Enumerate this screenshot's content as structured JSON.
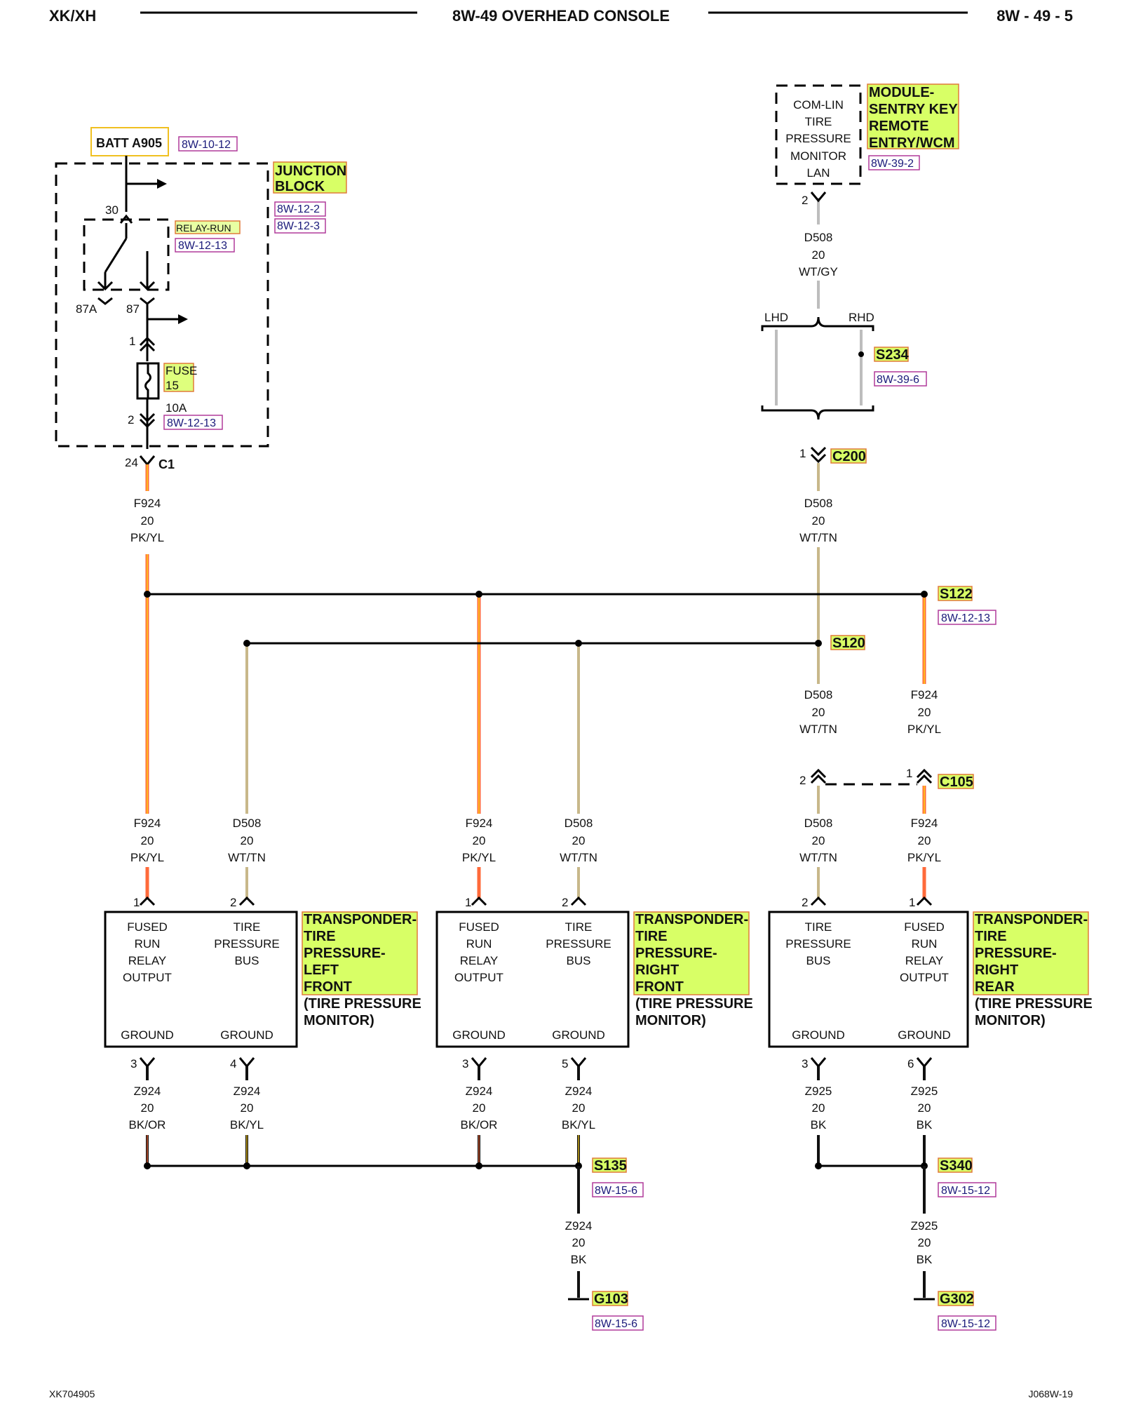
{
  "header": {
    "model": "XK/XH",
    "title": "8W-49 OVERHEAD CONSOLE",
    "page": "8W - 49 - 5"
  },
  "footer": {
    "left": "XK704905",
    "right": "J068W-19"
  },
  "batt": {
    "label": "BATT A905",
    "ref": "8W-10-12"
  },
  "junction_block": {
    "label_1": "JUNCTION",
    "label_2": "BLOCK",
    "ref_1": "8W-12-2",
    "ref_2": "8W-12-3",
    "relay_label": "RELAY-RUN",
    "relay_ref": "8W-12-13",
    "pin_30": "30",
    "pin_87a": "87A",
    "pin_87": "87",
    "fuse_pin_in": "1",
    "fuse_label": "FUSE",
    "fuse_number": "15",
    "fuse_pin_out": "2",
    "fuse_rating": "10A",
    "fuse_ref": "8W-12-13",
    "c1_pin": "24",
    "c1_label": "C1"
  },
  "module": {
    "lines": [
      "COM-LIN",
      "TIRE",
      "PRESSURE",
      "MONITOR",
      "LAN"
    ],
    "name_lines": [
      "MODULE-",
      "SENTRY KEY",
      "REMOTE",
      "ENTRY/WCM"
    ],
    "ref": "8W-39-2",
    "pin": "2"
  },
  "wires": {
    "d508_wtgy": {
      "circuit": "D508",
      "gauge": "20",
      "color": "WT/GY"
    },
    "d508_wttn": {
      "circuit": "D508",
      "gauge": "20",
      "color": "WT/TN"
    },
    "f924": {
      "circuit": "F924",
      "gauge": "20",
      "color": "PK/YL"
    },
    "z924_bkor": {
      "circuit": "Z924",
      "gauge": "20",
      "color": "BK/OR"
    },
    "z924_bkyl": {
      "circuit": "Z924",
      "gauge": "20",
      "color": "BK/YL"
    },
    "z924_bk": {
      "circuit": "Z924",
      "gauge": "20",
      "color": "BK"
    },
    "z925_bk": {
      "circuit": "Z925",
      "gauge": "20",
      "color": "BK"
    }
  },
  "variant": {
    "lhd": "LHD",
    "rhd": "RHD"
  },
  "splices": {
    "s234": {
      "label": "S234",
      "ref": "8W-39-6"
    },
    "s122": {
      "label": "S122",
      "ref": "8W-12-13"
    },
    "s120": {
      "label": "S120"
    },
    "s135": {
      "label": "S135",
      "ref": "8W-15-6"
    },
    "s340": {
      "label": "S340",
      "ref": "8W-15-12"
    }
  },
  "connectors": {
    "c200": {
      "label": "C200",
      "pin": "1"
    },
    "c105": {
      "label": "C105",
      "pin_left": "2",
      "pin_right": "1"
    }
  },
  "grounds": {
    "g103": {
      "label": "G103",
      "ref": "8W-15-6"
    },
    "g302": {
      "label": "G302",
      "ref": "8W-15-12"
    }
  },
  "transponders": {
    "lf": {
      "name_lines": [
        "TRANSPONDER-",
        "TIRE",
        "PRESSURE-",
        "LEFT",
        "FRONT"
      ],
      "sub_lines": [
        "(TIRE PRESSURE",
        "MONITOR)"
      ],
      "left_lines": [
        "FUSED",
        "RUN",
        "RELAY",
        "OUTPUT"
      ],
      "right_lines": [
        "TIRE",
        "PRESSURE",
        "BUS"
      ],
      "ground_left": "GROUND",
      "ground_right": "GROUND",
      "pin_top_left": "1",
      "pin_top_right": "2",
      "pin_bot_left": "3",
      "pin_bot_right": "4"
    },
    "rf": {
      "name_lines": [
        "TRANSPONDER-",
        "TIRE",
        "PRESSURE-",
        "RIGHT",
        "FRONT"
      ],
      "sub_lines": [
        "(TIRE PRESSURE",
        "MONITOR)"
      ],
      "left_lines": [
        "FUSED",
        "RUN",
        "RELAY",
        "OUTPUT"
      ],
      "right_lines": [
        "TIRE",
        "PRESSURE",
        "BUS"
      ],
      "ground_left": "GROUND",
      "ground_right": "GROUND",
      "pin_top_left": "1",
      "pin_top_right": "2",
      "pin_bot_left": "3",
      "pin_bot_right": "5"
    },
    "rr": {
      "name_lines": [
        "TRANSPONDER-",
        "TIRE",
        "PRESSURE-",
        "RIGHT",
        "REAR"
      ],
      "sub_lines": [
        "(TIRE PRESSURE",
        "MONITOR)"
      ],
      "left_lines": [
        "TIRE",
        "PRESSURE",
        "BUS"
      ],
      "right_lines": [
        "FUSED",
        "RUN",
        "RELAY",
        "OUTPUT"
      ],
      "ground_left": "GROUND",
      "ground_right": "GROUND",
      "pin_top_left": "2",
      "pin_top_right": "1",
      "pin_bot_left": "3",
      "pin_bot_right": "6"
    }
  },
  "colors": {
    "pk_yl_main": "#ff6a3a",
    "pk_yl_stripe": "#ffd21a",
    "wt_tn": "#c8b88a",
    "wt_gy": "#bdbdbd",
    "bk": "#111111",
    "highlight": "#d8ff66",
    "ref_link": "#b03a9a"
  }
}
